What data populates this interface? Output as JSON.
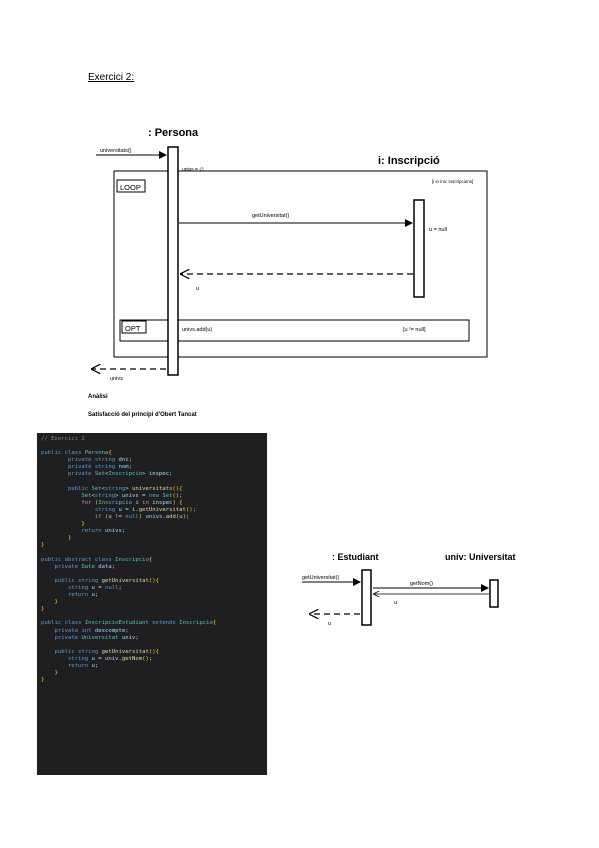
{
  "document": {
    "title": "Exercici 2:",
    "analysis_heading": "Anàlisi",
    "analysis_text": "Satisfacció del principi d'Obert Tancat"
  },
  "diagram1": {
    "lifeline_persona": ": Persona",
    "lifeline_inscripcio": "i: Inscripció",
    "msg_universitats": "universitats()",
    "note_univs": "univs = ∅",
    "loop_label": "LOOP",
    "loop_guard": "[i in ins: inscripcions]",
    "msg_getuniversitat": "getUniversitat()",
    "note_u_null": "u = null",
    "return_u": "u",
    "opt_label": "OPT",
    "msg_univs_add": "univs.add(u)",
    "opt_guard": "[u != null]",
    "return_univs": "univs"
  },
  "diagram2": {
    "lifeline_estudiant": ": Estudiant",
    "lifeline_universitat": "univ: Universitat",
    "msg_getuniversitat": "getUniversitat()",
    "msg_getnom": "getNom()",
    "return_u_inner": "u",
    "return_u": "u"
  },
  "code": {
    "colors": {
      "background": "#1f1f22",
      "keyword": "#569cd6",
      "type": "#4ec9b0",
      "comment": "#6a9955",
      "plain": "#d4d4d4",
      "method": "#dcdcaa",
      "brace": "#ffd700",
      "var": "#9cdcfe",
      "control": "#c586c0"
    },
    "lines": [
      "// Exercici 2",
      "",
      "public class Persona{",
      "        private string dni;",
      "        private string nom;",
      "        private Set<Inscripcio> inspec;",
      "",
      "        public Set<string> universitats(){",
      "            Set<string> univs = new Set();",
      "            for (Inscripcio i in inspec) {",
      "                string u = i.getUniversitat();",
      "                if (u != null) univs.add(u);",
      "            }",
      "            return univs;",
      "        }",
      "}",
      "",
      "public abstract class Inscripcio{",
      "    private Date data;",
      "",
      "    public string getUniversitat(){",
      "        string u = null;",
      "        return u;",
      "    }",
      "}",
      "",
      "public class InscripcioEstudiant extends Inscripcio{",
      "    private int descompte;",
      "    private Universitat univ;",
      "",
      "    public string getUniversitat(){",
      "        string u = univ.getNom();",
      "        return u;",
      "    }",
      "}"
    ]
  }
}
